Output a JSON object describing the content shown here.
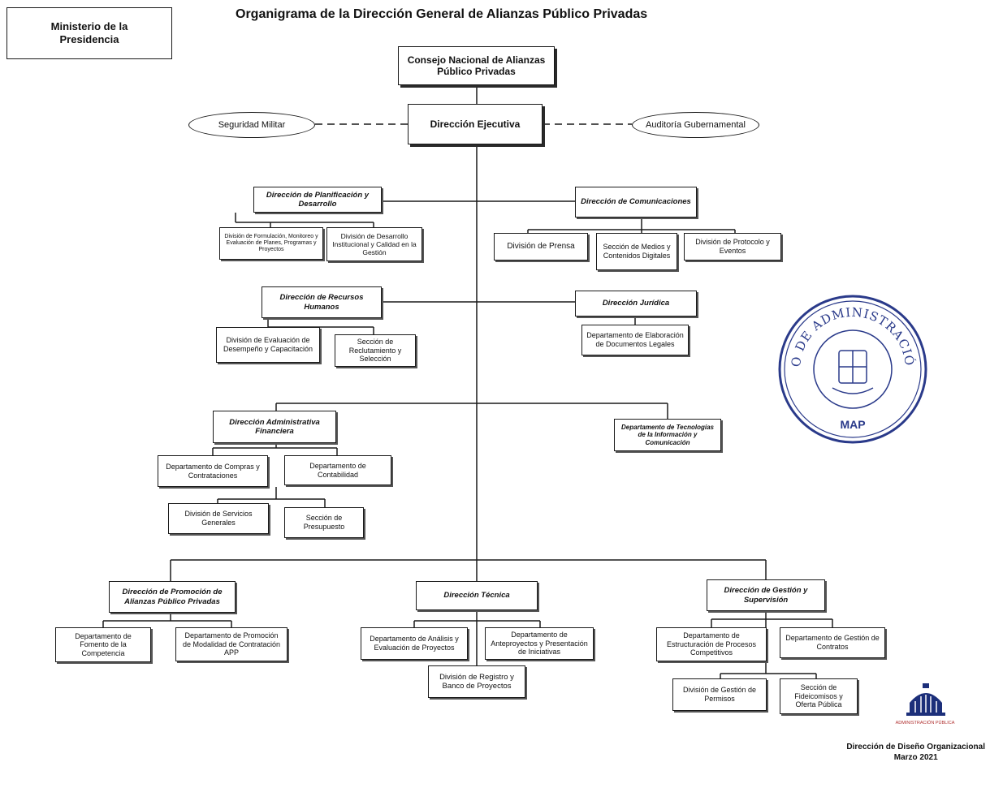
{
  "header": {
    "ministry": "Ministerio de la Presidencia",
    "title": "Organigrama de la Dirección General de Alianzas Público Privadas"
  },
  "nodes": {
    "consejo": "Consejo Nacional de Alianzas Público Privadas",
    "direccion_ejecutiva": "Dirección Ejecutiva",
    "seguridad_militar": "Seguridad Militar",
    "auditoria": "Auditoría Gubernamental",
    "planificacion": "Dirección de Planificación y Desarrollo",
    "div_formulacion": "División de Formulación, Monitoreo y Evaluación de Planes, Programas y Proyectos",
    "div_desarrollo_inst": "División de Desarrollo Institucional y Calidad en la Gestión",
    "comunicaciones": "Dirección de Comunicaciones",
    "div_prensa": "División de Prensa",
    "sec_medios": "Sección de Medios y Contenidos Digitales",
    "div_protocolo": "División de Protocolo y Eventos",
    "rrhh": "Dirección de Recursos Humanos",
    "div_evaluacion": "División de Evaluación de Desempeño y Capacitación",
    "sec_reclutamiento": "Sección de Reclutamiento y Selección",
    "juridica": "Dirección Jurídica",
    "dep_documentos": "Departamento de Elaboración de Documentos Legales",
    "administrativa": "Dirección Administrativa Financiera",
    "dep_tic": "Departamento de Tecnologías de la Información y Comunicación",
    "dep_compras": "Departamento de Compras y Contrataciones",
    "dep_contabilidad": "Departamento de Contabilidad",
    "div_servicios": "División de Servicios Generales",
    "sec_presupuesto": "Sección de Presupuesto",
    "promocion": "Dirección de Promoción de Alianzas Público Privadas",
    "dep_fomento": "Departamento de Fomento de la Competencia",
    "dep_promocion_modalidad": "Departamento de Promoción de Modalidad de Contratación APP",
    "tecnica": "Dirección Técnica",
    "dep_analisis": "Departamento de Análisis y Evaluación de Proyectos",
    "dep_anteproyectos": "Departamento de Anteproyectos y Presentación de Iniciativas",
    "div_registro": "División de Registro y Banco de Proyectos",
    "gestion": "Dirección de Gestión y Supervisión",
    "dep_estructuracion": "Departamento de Estructuración de Procesos Competitivos",
    "dep_gestion_contratos": "Departamento de Gestión de Contratos",
    "div_permisos": "División de Gestión de Permisos",
    "sec_fideicomisos": "Sección de Fideicomisos y Oferta Pública"
  },
  "seal": {
    "ring_text": "MINISTERIO DE ADMINISTRACIÓN PÚBLICA",
    "abbr": "MAP"
  },
  "footer": {
    "logo_label": "ADMINISTRACIÓN PÚBLICA",
    "unit": "Dirección de Diseño Organizacional",
    "date": "Marzo 2021"
  }
}
